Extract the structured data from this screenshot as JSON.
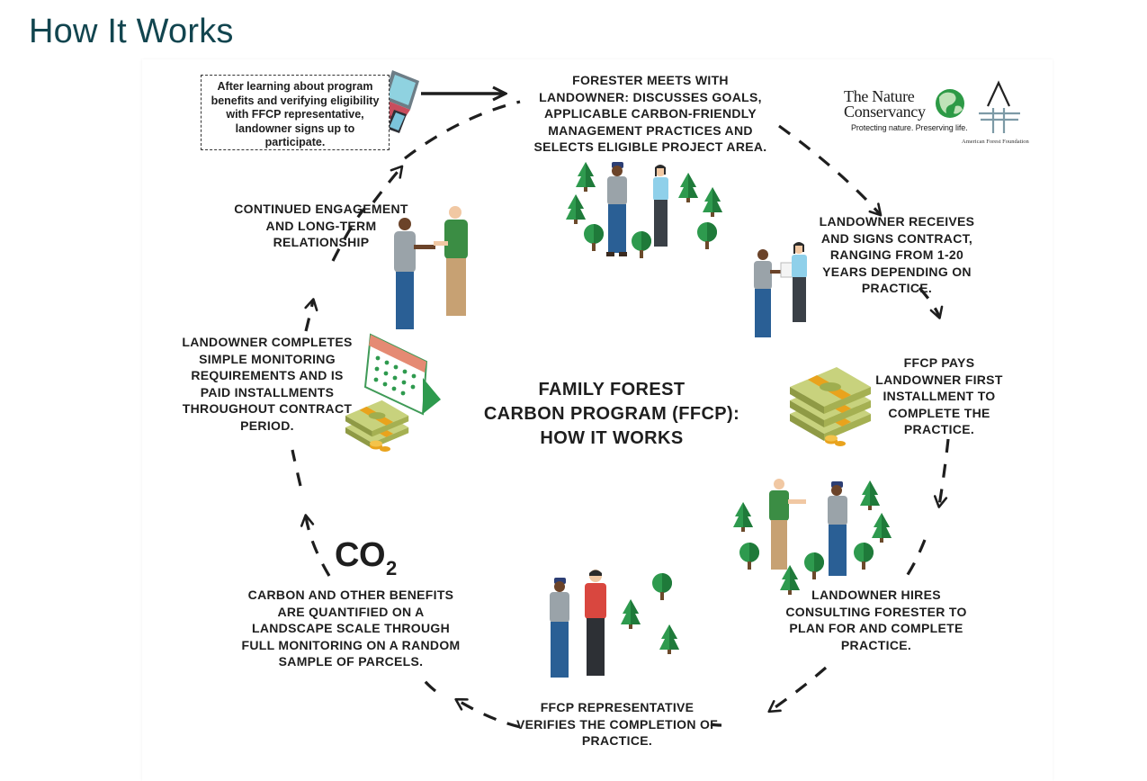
{
  "page": {
    "title": "How It Works"
  },
  "diagram": {
    "center_title": [
      "Family Forest",
      "Carbon Program (FFCP):",
      "How It Works"
    ],
    "intro_note": "After learning about program benefits and verifying eligibility with FFCP representative, landowner signs up to participate.",
    "steps": [
      {
        "text": "Forester meets with landowner: discusses goals, applicable carbon-friendly management practices and selects eligible project area."
      },
      {
        "text": "Landowner receives and signs contract, ranging from 1-20 years depending on practice."
      },
      {
        "text": "FFCP pays landowner first installment to complete the practice."
      },
      {
        "text": "Landowner hires consulting forester to plan for and complete practice."
      },
      {
        "text": "FFCP representative verifies the completion of practice."
      },
      {
        "text": "Carbon and other benefits are quantified on a landscape scale through full monitoring on a random sample of parcels."
      },
      {
        "text": "Landowner completes simple monitoring requirements and is paid installments throughout contract period."
      },
      {
        "text": "Continued engagement and long-term relationship"
      }
    ],
    "co2_label": {
      "main": "CO",
      "sub": "2"
    }
  },
  "logos": {
    "tnc": {
      "name": "The Nature Conservancy",
      "tagline": "Protecting nature. Preserving life.",
      "icon": "globe-icon"
    },
    "aff": {
      "name": "American Forest Foundation",
      "icon": "aff-tree-icon"
    }
  },
  "colors": {
    "title": "#12454f",
    "tree": "#2e9a4e",
    "tree_dark": "#1f7a3a",
    "money": "#b7c46a",
    "band": "#e9a31d",
    "arrow": "#1e1e1e"
  }
}
